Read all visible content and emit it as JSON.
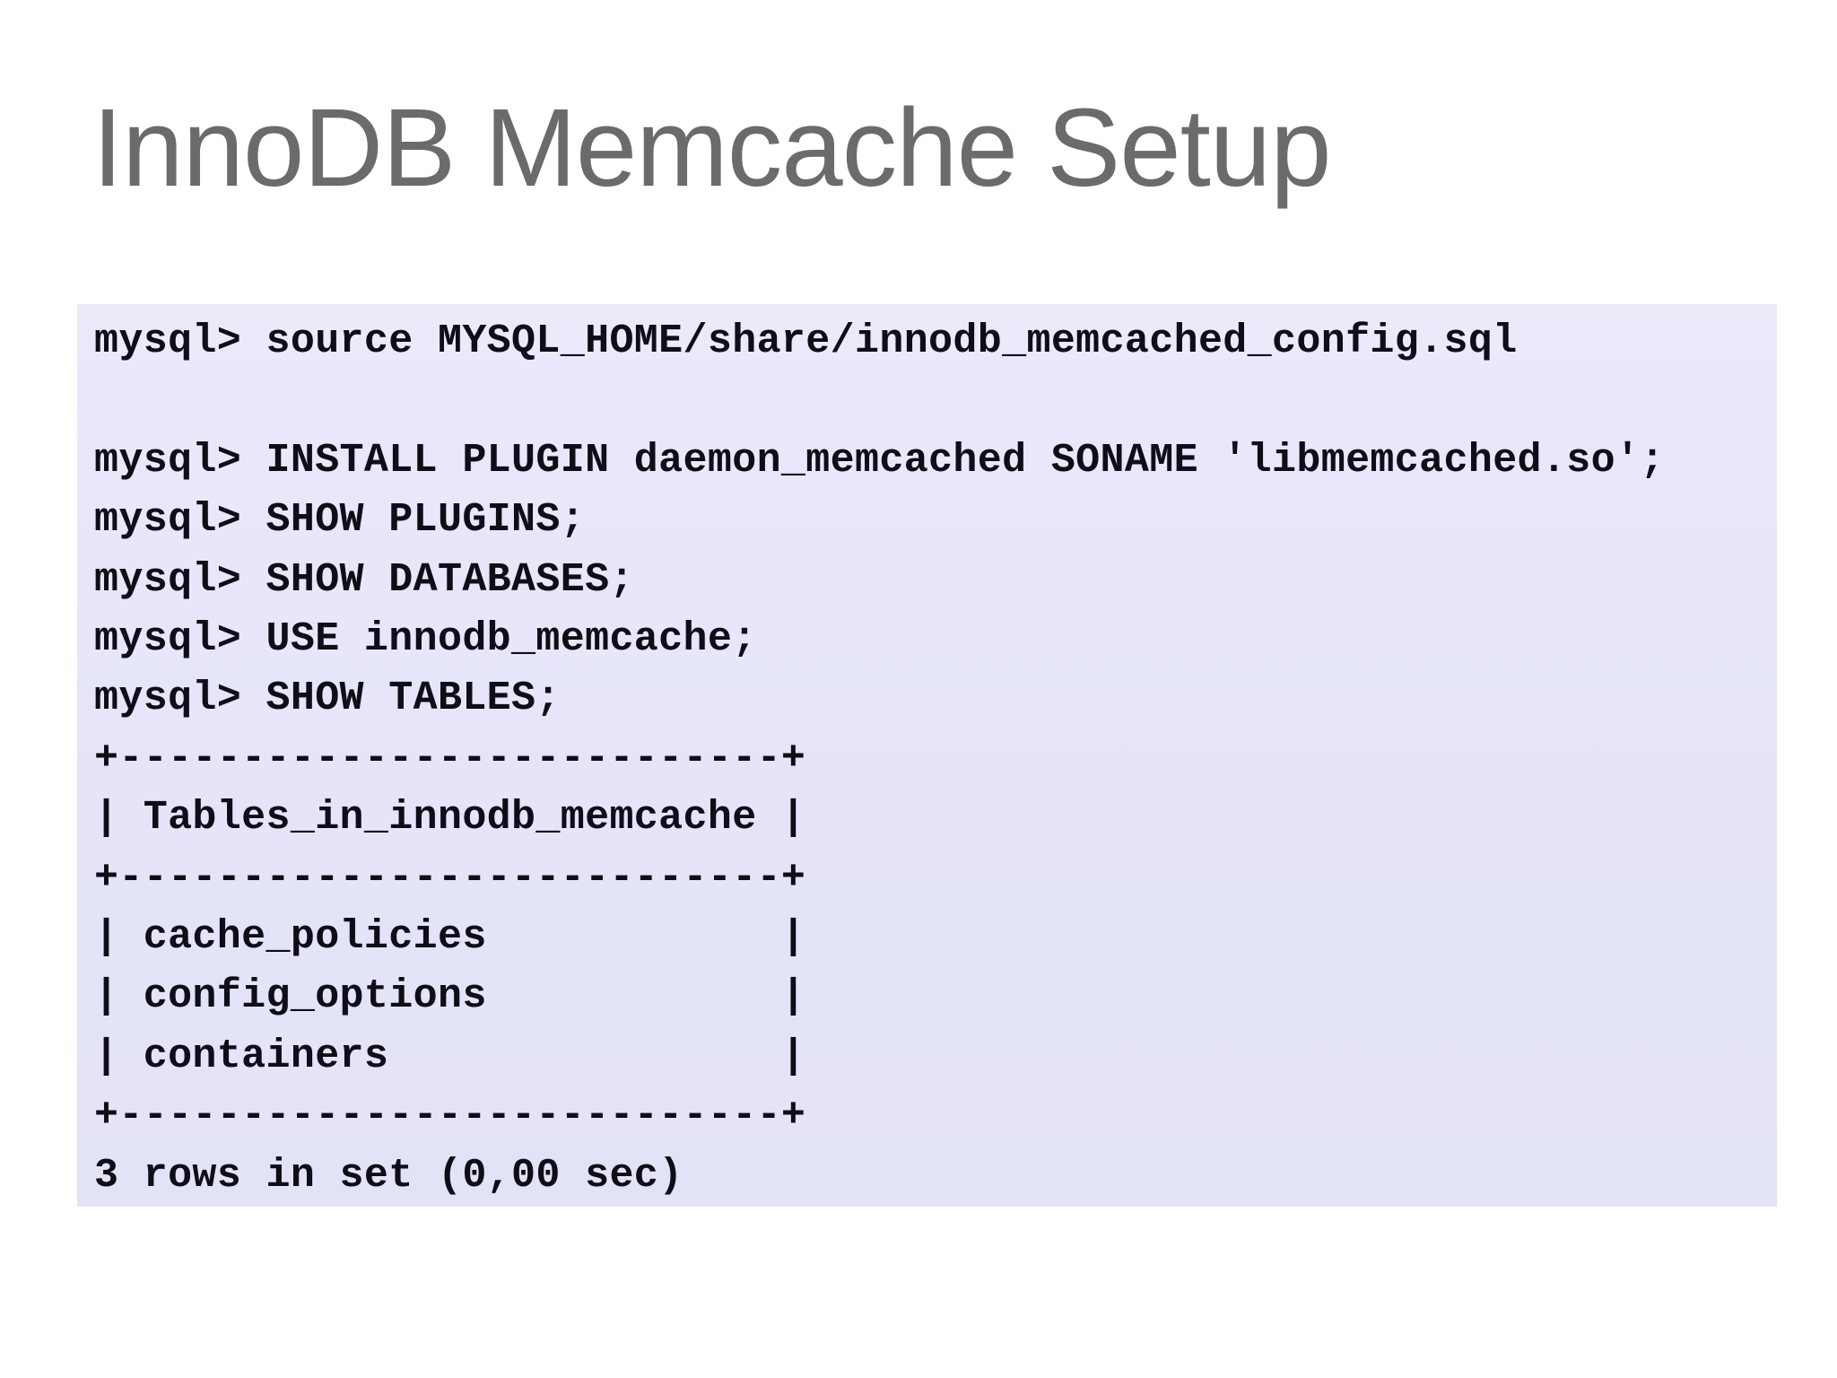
{
  "slide": {
    "title": "InnoDB Memcache Setup",
    "title_color": "#6b6b6b",
    "background_color": "#ffffff"
  },
  "terminal": {
    "background_color": "#e6e5fa",
    "text_color": "#0e0e18",
    "prompt": "mysql>",
    "lines": [
      "mysql> source MYSQL_HOME/share/innodb_memcached_config.sql",
      "",
      "mysql> INSTALL PLUGIN daemon_memcached SONAME 'libmemcached.so';",
      "mysql> SHOW PLUGINS;",
      "mysql> SHOW DATABASES;",
      "mysql> USE innodb_memcache;",
      "mysql> SHOW TABLES;",
      "+---------------------------+",
      "| Tables_in_innodb_memcache |",
      "+---------------------------+",
      "| cache_policies            |",
      "| config_options            |",
      "| containers                |",
      "+---------------------------+",
      "3 rows in set (0,00 sec)"
    ],
    "result_table": {
      "header": "Tables_in_innodb_memcache",
      "rows": [
        "cache_policies",
        "config_options",
        "containers"
      ],
      "summary": "3 rows in set (0,00 sec)"
    }
  }
}
